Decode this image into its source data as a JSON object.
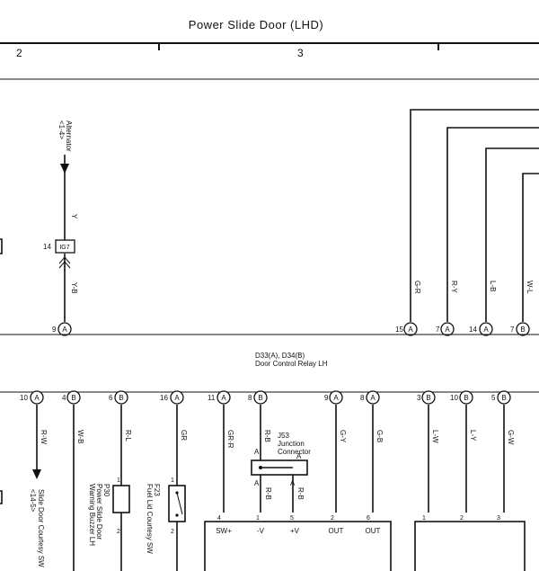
{
  "title": "Power Slide Door (LHD)",
  "columns": [
    "2",
    "3"
  ],
  "alternator": {
    "label": "Alternator",
    "ref": "<1-4>"
  },
  "wire_y": "Y",
  "wire_yb": "Y-B",
  "junction_block": {
    "num": "14",
    "code": "IG7"
  },
  "relay": {
    "ref": "D33(A), D34(B)",
    "name": "Door Control Relay LH"
  },
  "upper_terminals": [
    {
      "num": "9",
      "letter": "A"
    },
    {
      "num": "15",
      "letter": "A"
    },
    {
      "num": "7",
      "letter": "A"
    },
    {
      "num": "14",
      "letter": "A"
    },
    {
      "num": "7",
      "letter": "B"
    }
  ],
  "upper_wires": [
    "G-R",
    "R-Y",
    "L-B",
    "W-L"
  ],
  "lower_terminals": [
    {
      "num": "10",
      "letter": "A"
    },
    {
      "num": "4",
      "letter": "B"
    },
    {
      "num": "6",
      "letter": "B"
    },
    {
      "num": "16",
      "letter": "A"
    },
    {
      "num": "11",
      "letter": "A"
    },
    {
      "num": "8",
      "letter": "B"
    },
    {
      "num": "9",
      "letter": "A"
    },
    {
      "num": "8",
      "letter": "A"
    },
    {
      "num": "3",
      "letter": "B"
    },
    {
      "num": "10",
      "letter": "B"
    },
    {
      "num": "5",
      "letter": "B"
    }
  ],
  "lower_wires": [
    "R-W",
    "W-B",
    "R-L",
    "GR",
    "GR-R",
    "R-B",
    "G-Y",
    "G-B",
    "L-W",
    "L-Y",
    "G-W"
  ],
  "slide_sw": {
    "label": "Slide Door Courtesy SW",
    "ref": "<14-5>"
  },
  "buzzer": {
    "code": "P30",
    "line1": "Power Slide Door",
    "line2": "Warning Buzzer LH"
  },
  "courtesy_sw": {
    "code": "F23",
    "label": "Fuel Lid Courtesy SW"
  },
  "junction_connector": {
    "code": "J53",
    "line1": "Junction",
    "line2": "Connector"
  },
  "jc_letters": [
    "A",
    "A",
    "A",
    "A"
  ],
  "jc_wires": [
    "R-B",
    "R-B"
  ],
  "unit_pins": [
    "4",
    "1",
    "5",
    "2",
    "6"
  ],
  "unit_labels": [
    "SW+",
    "-V",
    "+V",
    "OUT",
    "OUT"
  ],
  "unit2_pins": [
    "1",
    "2",
    "3"
  ],
  "buzzer_pins": [
    "1",
    "2"
  ],
  "sw_pins": [
    "1",
    "2"
  ]
}
